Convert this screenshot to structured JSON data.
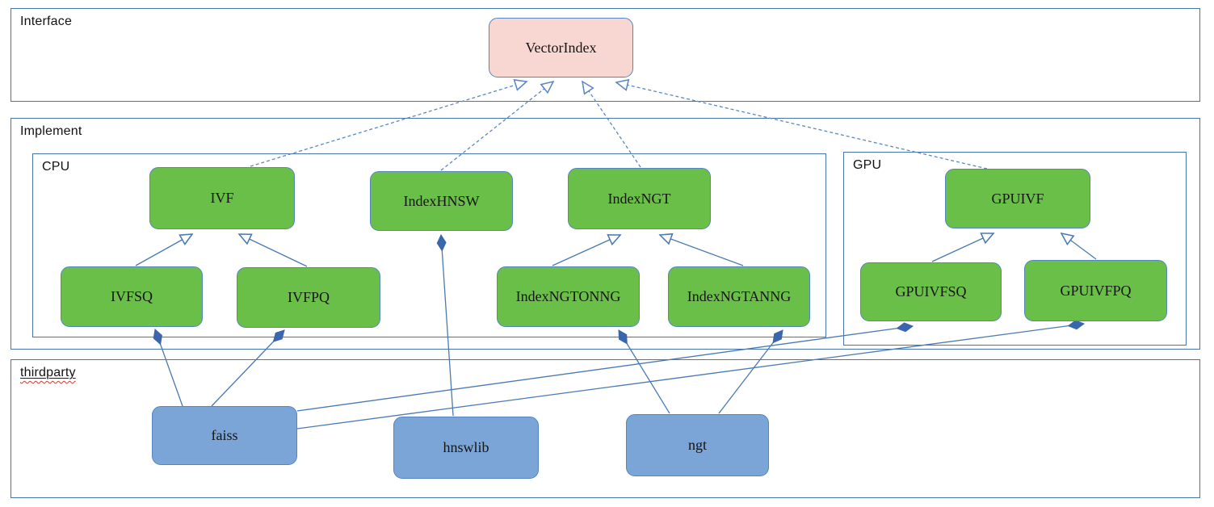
{
  "containers": {
    "interface": {
      "label": "Interface"
    },
    "implement": {
      "label": "Implement"
    },
    "cpu": {
      "label": "CPU"
    },
    "gpu": {
      "label": "GPU"
    },
    "thirdparty": {
      "label": "thirdparty"
    }
  },
  "nodes": {
    "vectorindex": {
      "label": "VectorIndex",
      "kind": "interface"
    },
    "ivf": {
      "label": "IVF",
      "kind": "cpu-implementation"
    },
    "indexhnsw": {
      "label": "IndexHNSW",
      "kind": "cpu-implementation"
    },
    "indexngt": {
      "label": "IndexNGT",
      "kind": "cpu-implementation"
    },
    "gpuivf": {
      "label": "GPUIVF",
      "kind": "gpu-implementation"
    },
    "ivfsq": {
      "label": "IVFSQ",
      "kind": "cpu-implementation"
    },
    "ivfpq": {
      "label": "IVFPQ",
      "kind": "cpu-implementation"
    },
    "indexngtonng": {
      "label": "IndexNGTONNG",
      "kind": "cpu-implementation"
    },
    "indexngtanng": {
      "label": "IndexNGTANNG",
      "kind": "cpu-implementation"
    },
    "gpuivfsq": {
      "label": "GPUIVFSQ",
      "kind": "gpu-implementation"
    },
    "gpuivfpq": {
      "label": "GPUIVFPQ",
      "kind": "gpu-implementation"
    },
    "faiss": {
      "label": "faiss",
      "kind": "thirdparty-library"
    },
    "hnswlib": {
      "label": "hnswlib",
      "kind": "thirdparty-library"
    },
    "ngt": {
      "label": "ngt",
      "kind": "thirdparty-library"
    }
  },
  "edges": [
    {
      "from": "ivf",
      "to": "vectorindex",
      "relation": "realizes",
      "style": "dashed-hollow-arrow"
    },
    {
      "from": "indexhnsw",
      "to": "vectorindex",
      "relation": "realizes",
      "style": "dashed-hollow-arrow"
    },
    {
      "from": "indexngt",
      "to": "vectorindex",
      "relation": "realizes",
      "style": "dashed-hollow-arrow"
    },
    {
      "from": "gpuivf",
      "to": "vectorindex",
      "relation": "realizes",
      "style": "dashed-hollow-arrow"
    },
    {
      "from": "ivfsq",
      "to": "ivf",
      "relation": "inherits",
      "style": "solid-hollow-arrow"
    },
    {
      "from": "ivfpq",
      "to": "ivf",
      "relation": "inherits",
      "style": "solid-hollow-arrow"
    },
    {
      "from": "indexngtonng",
      "to": "indexngt",
      "relation": "inherits",
      "style": "solid-hollow-arrow"
    },
    {
      "from": "indexngtanng",
      "to": "indexngt",
      "relation": "inherits",
      "style": "solid-hollow-arrow"
    },
    {
      "from": "gpuivfsq",
      "to": "gpuivf",
      "relation": "inherits",
      "style": "solid-hollow-arrow"
    },
    {
      "from": "gpuivfpq",
      "to": "gpuivf",
      "relation": "inherits",
      "style": "solid-hollow-arrow"
    },
    {
      "from": "faiss",
      "to": "ivfsq",
      "relation": "composition",
      "style": "solid-filled-diamond"
    },
    {
      "from": "faiss",
      "to": "ivfpq",
      "relation": "composition",
      "style": "solid-filled-diamond"
    },
    {
      "from": "faiss",
      "to": "gpuivfsq",
      "relation": "composition",
      "style": "solid-filled-diamond"
    },
    {
      "from": "faiss",
      "to": "gpuivfpq",
      "relation": "composition",
      "style": "solid-filled-diamond"
    },
    {
      "from": "hnswlib",
      "to": "indexhnsw",
      "relation": "composition",
      "style": "solid-filled-diamond"
    },
    {
      "from": "ngt",
      "to": "indexngtonng",
      "relation": "composition",
      "style": "solid-filled-diamond"
    },
    {
      "from": "ngt",
      "to": "indexngtanng",
      "relation": "composition",
      "style": "solid-filled-diamond"
    }
  ],
  "colors": {
    "node_pink": "#f8d7d3",
    "node_green": "#6abf48",
    "node_blue": "#7aa5d6",
    "node_border": "#5585c0",
    "container_border": "#4674ab",
    "edge_solid": "#4a7ab5",
    "edge_dashed": "#5b87c5",
    "diamond_fill": "#3a66ad",
    "spellcheck_red": "#d43a2f"
  }
}
